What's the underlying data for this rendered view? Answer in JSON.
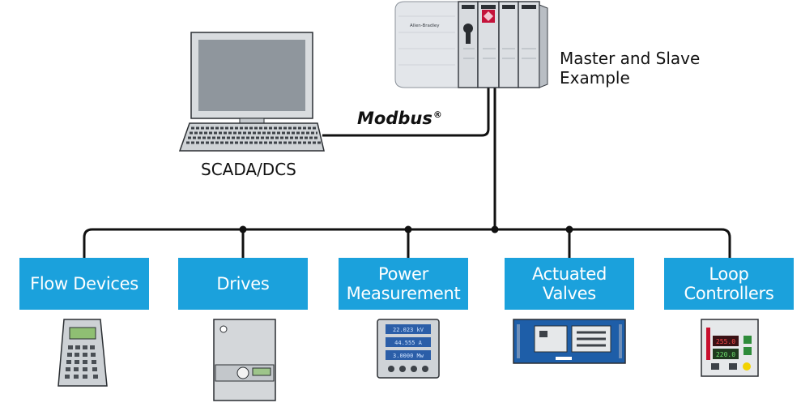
{
  "master": {
    "label": "Master and Slave\nExample",
    "brand": "Allen-Bradley"
  },
  "scada": {
    "label": "SCADA/DCS"
  },
  "protocol": {
    "name": "Modbus",
    "mark": "®"
  },
  "nodes": [
    {
      "label": "Flow Devices",
      "device_icon": "handheld-terminal-icon"
    },
    {
      "label": "Drives",
      "device_icon": "drive-cabinet-icon"
    },
    {
      "label": "Power\nMeasurement",
      "device_icon": "power-meter-icon",
      "readouts": [
        "22.023 kV",
        "44.555 A",
        "3.0000 Mw"
      ]
    },
    {
      "label": "Actuated\nValves",
      "device_icon": "valve-controller-icon"
    },
    {
      "label": "Loop\nControllers",
      "device_icon": "loop-controller-icon",
      "readouts": [
        "255.0",
        "220.0"
      ]
    }
  ],
  "colors": {
    "node_fill": "#1ba1dc",
    "line": "#111111",
    "panel_blue": "#1e5ea8"
  }
}
